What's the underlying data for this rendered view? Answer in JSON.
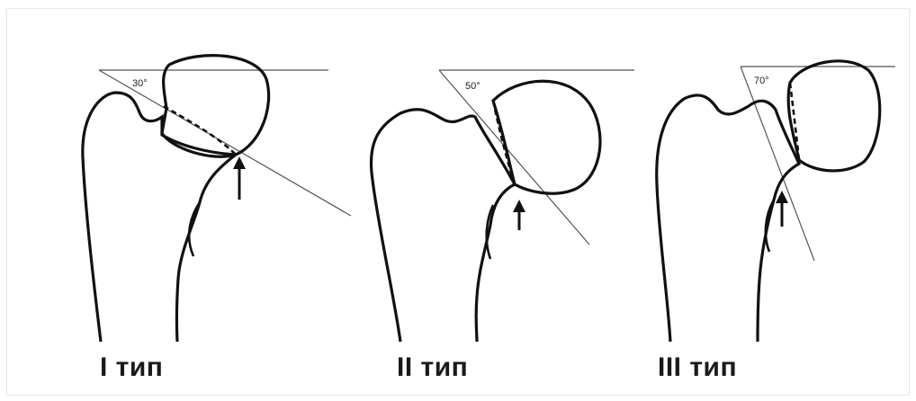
{
  "panels": [
    {
      "label": "I тип",
      "angle": "30°"
    },
    {
      "label": "II тип",
      "angle": "50°"
    },
    {
      "label": "III тип",
      "angle": "70°"
    }
  ],
  "colors": {
    "ink": "#111111",
    "guide": "#555555",
    "background": "#ffffff"
  }
}
